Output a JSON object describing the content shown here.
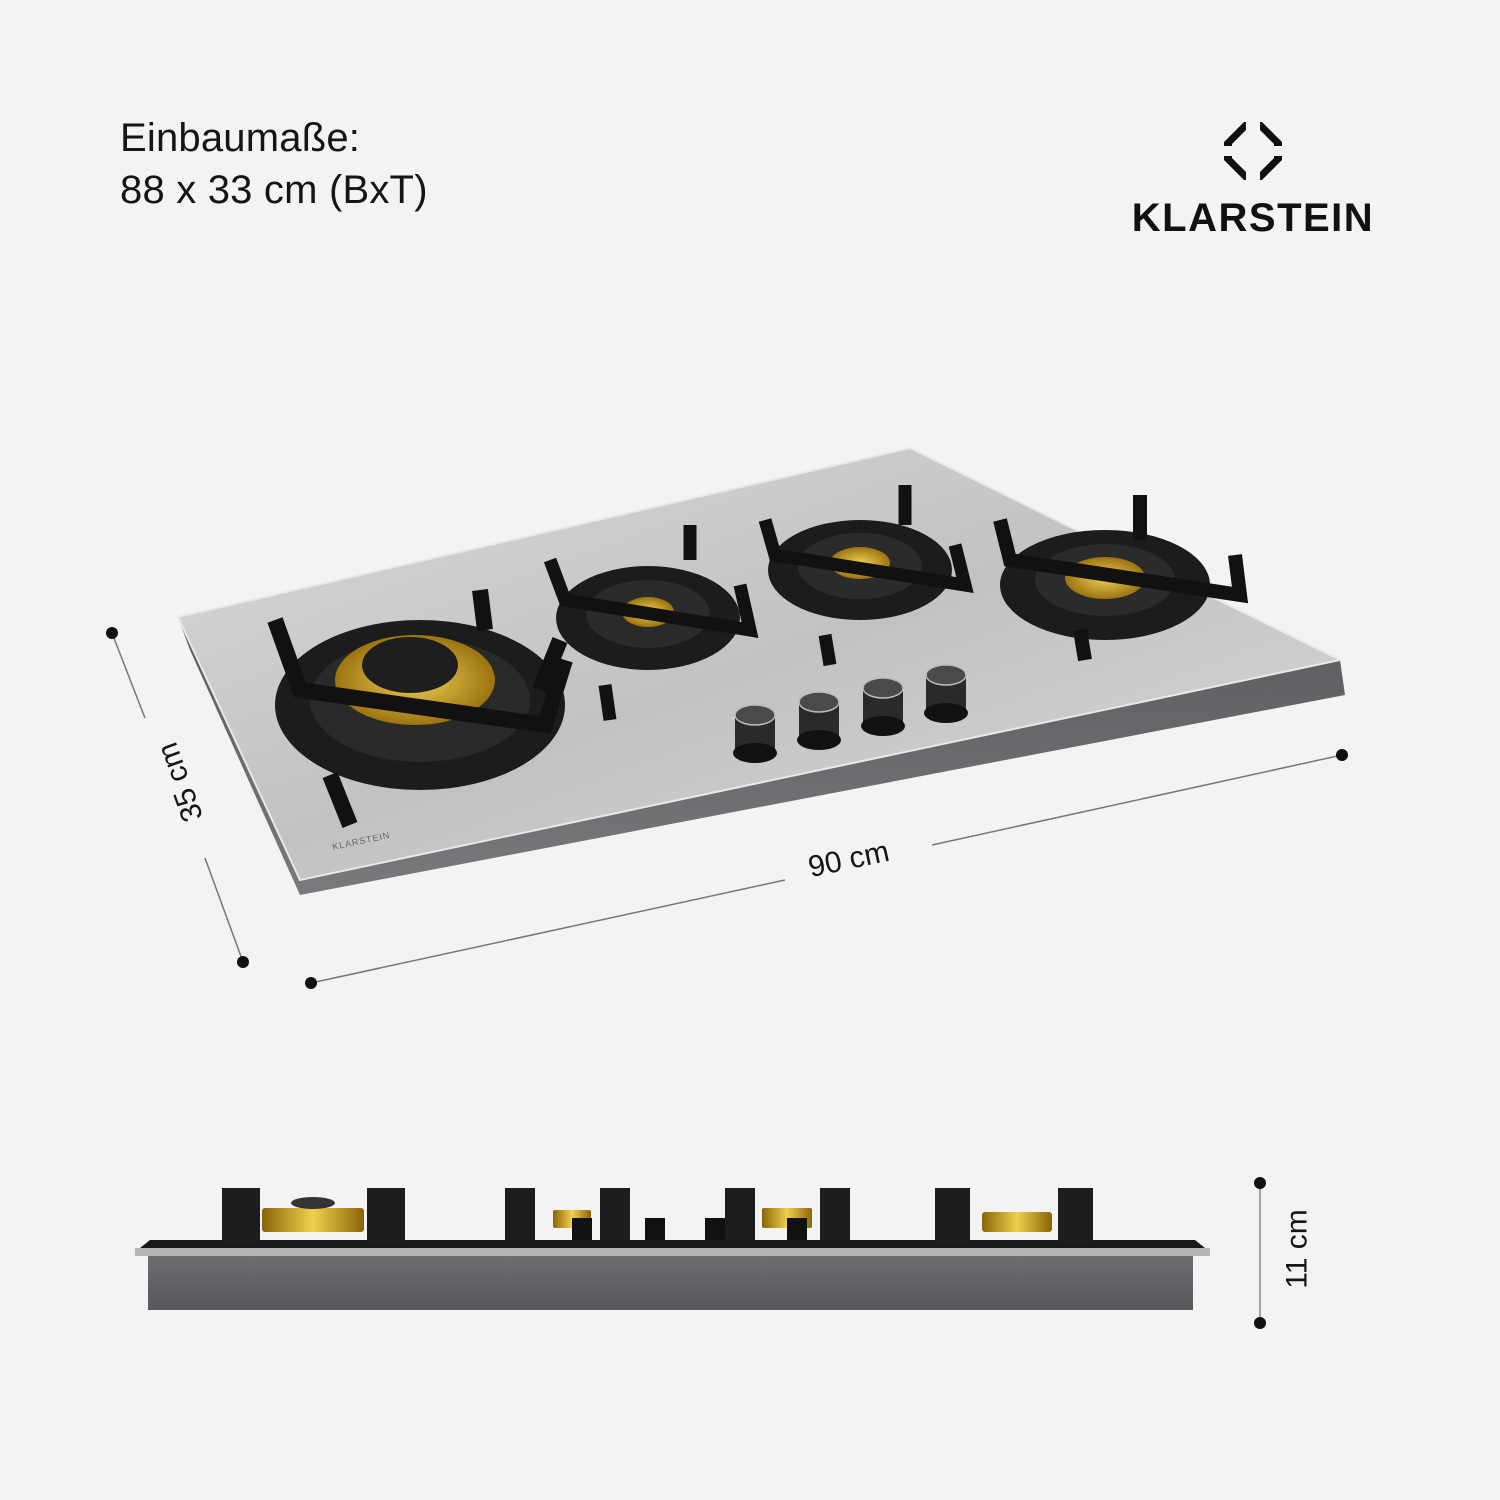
{
  "header": {
    "dimensions_title": "Einbaumaße:",
    "dimensions_value": "88 x 33 cm (BxT)"
  },
  "brand": {
    "name": "KLARSTEIN",
    "logo_icon": "octagon-logo-icon"
  },
  "product": {
    "type": "gas hob, 4 burners, 4 control knobs",
    "surface_label": "KLARSTEIN",
    "burners": 4,
    "knobs": 4
  },
  "measurements": {
    "depth": "35 cm",
    "width": "90 cm",
    "height": "11 cm"
  },
  "colors": {
    "background": "#f3f3f3",
    "steel": "#c9c9c9",
    "grate": "#1a1a1a",
    "brass": "#c9a227",
    "text": "#151515"
  }
}
